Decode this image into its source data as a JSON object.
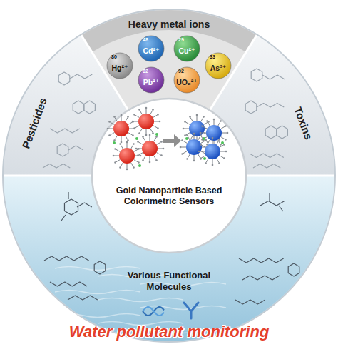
{
  "diagram": {
    "caption": "Water pollutant monitoring",
    "nodes": [
      {
        "text": [
          "Heavy metal ions"
        ]
      },
      {
        "text": [
          "80",
          "Hg²⁺"
        ],
        "in": 0
      },
      {
        "text": [
          "48",
          "Cd²⁺"
        ],
        "in": 0
      },
      {
        "text": [
          "29",
          "Cu²⁺"
        ],
        "in": 0
      },
      {
        "text": [
          "33",
          "As³⁺"
        ],
        "in": 0
      },
      {
        "text": [
          "82",
          "Pb²⁺"
        ],
        "in": 0
      },
      {
        "text": [
          "92",
          "UO₂²⁺"
        ],
        "in": 0
      },
      {
        "text": [
          "Pesticides"
        ]
      },
      {
        "text": [
          "Toxins"
        ]
      },
      {
        "text": [
          "Gold Nanoparticle Based Colorimetric Sensors"
        ]
      },
      {
        "text": [
          "Various Functional Molecules"
        ]
      }
    ]
  }
}
